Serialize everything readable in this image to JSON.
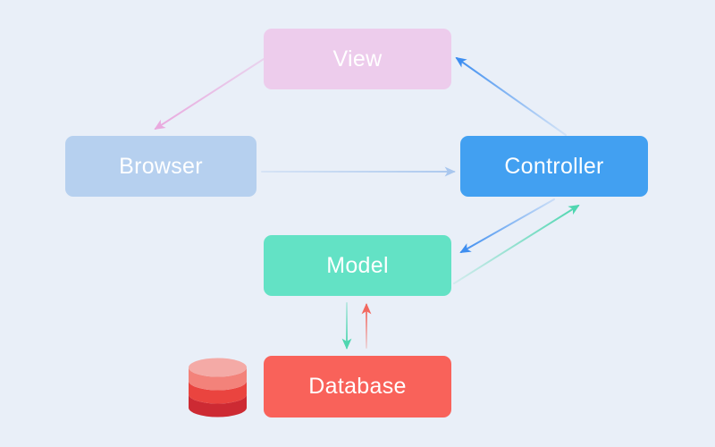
{
  "nodes": {
    "view": {
      "label": "View"
    },
    "browser": {
      "label": "Browser"
    },
    "controller": {
      "label": "Controller"
    },
    "model": {
      "label": "Model"
    },
    "database": {
      "label": "Database"
    }
  },
  "edges": [
    {
      "from": "View",
      "to": "Browser",
      "color": "pink"
    },
    {
      "from": "Browser",
      "to": "Controller",
      "color": "light-blue"
    },
    {
      "from": "Controller",
      "to": "View",
      "color": "blue"
    },
    {
      "from": "Controller",
      "to": "Model",
      "color": "blue"
    },
    {
      "from": "Model",
      "to": "Controller",
      "color": "teal"
    },
    {
      "from": "Model",
      "to": "Database",
      "color": "teal"
    },
    {
      "from": "Database",
      "to": "Model",
      "color": "red"
    }
  ],
  "icons": {
    "database-cylinder": "red stacked database cylinder beside Database node"
  },
  "colors": {
    "background": "#e9eff8",
    "view-bg": "#edccec",
    "browser-bg": "#b6d0ef",
    "controller-bg": "#42a0f1",
    "model-bg": "#63e2c5",
    "database-bg": "#f9625a",
    "label-text": "#ffffff",
    "arrow-pink": "#e9a9de",
    "arrow-lightblue": "#a9c7ee",
    "arrow-blue": "#3e8ef0",
    "arrow-teal": "#4fd6b0",
    "arrow-red": "#f2685f",
    "db-icon-top": "#f4aaa6",
    "db-icon-upper": "#f3827a",
    "db-icon-middle": "#ea443f",
    "db-icon-lower": "#cd2a33"
  }
}
